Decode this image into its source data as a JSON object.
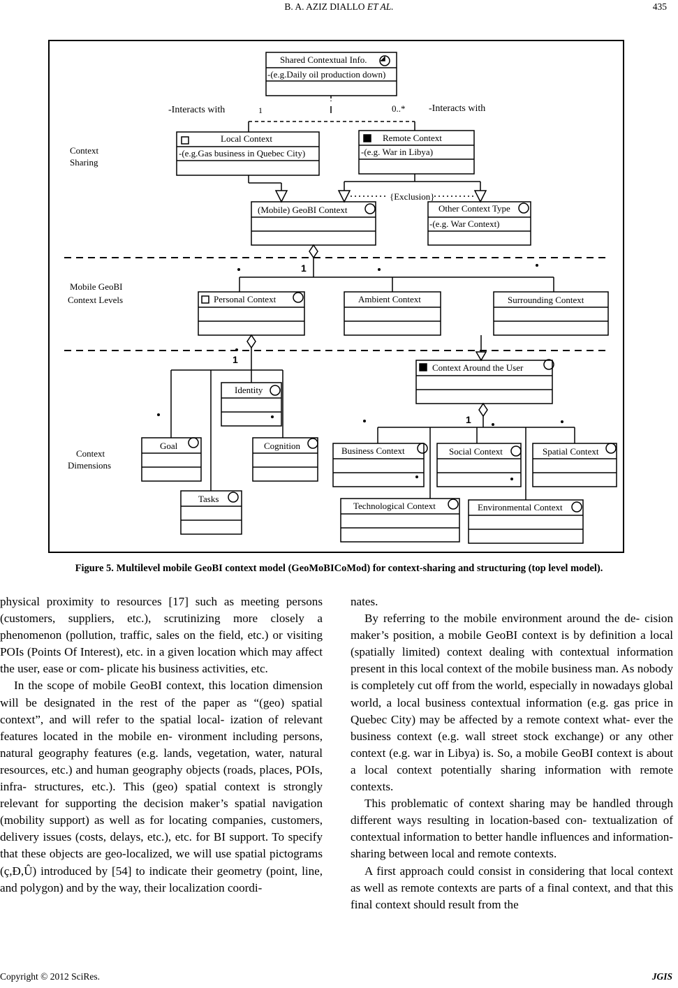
{
  "header": {
    "running_head_plain": "B. A. AZIZ DIALLO",
    "running_head_italic": "ET   AL.",
    "page_number": "435"
  },
  "figure": {
    "caption": "Figure 5. Multilevel mobile GeoBI context model (GeoMoBICoMod) for context-sharing and structuring (top level model).",
    "levels": {
      "sharing": [
        "Context",
        "Sharing"
      ],
      "levels": [
        "Mobile GeoBI",
        "Context Levels"
      ],
      "dimensions": [
        "Context",
        "Dimensions"
      ]
    },
    "relations": {
      "interacts_left": "-Interacts with",
      "interacts_right": "-Interacts with",
      "mult_one": "1",
      "mult_many": "0..*",
      "exclusion": "{Exclusion}",
      "one_levels": "1",
      "one_dims": "1",
      "one_around": "1"
    },
    "classes": {
      "shared": {
        "name": "Shared Contextual Info.",
        "attr": "-(e.g.Daily oil production down)"
      },
      "local": {
        "name": "Local Context",
        "attr": "-(e.g.Gas business in Quebec City)"
      },
      "remote": {
        "name": "Remote Context",
        "attr": "-(e.g. War in Libya)"
      },
      "geobi": {
        "name": "(Mobile) GeoBI Context"
      },
      "other": {
        "name": "Other Context Type",
        "attr": "-(e.g. War Context)"
      },
      "personal": {
        "name": "Personal Context"
      },
      "ambient": {
        "name": "Ambient Context"
      },
      "surrounding": {
        "name": "Surrounding Context"
      },
      "identity": {
        "name": "Identity"
      },
      "goal": {
        "name": "Goal"
      },
      "cognition": {
        "name": "Cognition"
      },
      "tasks": {
        "name": "Tasks"
      },
      "around": {
        "name": "Context Around the User"
      },
      "business": {
        "name": "Business Context"
      },
      "social": {
        "name": "Social Context"
      },
      "spatial": {
        "name": "Spatial Context"
      },
      "technological": {
        "name": "Technological Context"
      },
      "environmental": {
        "name": "Environmental Context"
      }
    }
  },
  "left_column": [
    "physical proximity to resources [17] such as meeting persons (customers, suppliers, etc.), scrutinizing more closely a phenomenon (pollution, traffic, sales on the field, etc.) or visiting POIs (Points Of Interest), etc. in a given location which may affect the user, ease or com- plicate his business activities, etc.",
    "In the scope of mobile GeoBI context, this location dimension will be designated in the rest of the paper as “(geo) spatial context”, and will refer to the spatial local- ization of relevant features located in the mobile en- vironment including persons, natural geography features (e.g. lands, vegetation, water, natural resources, etc.) and human geography objects (roads, places, POIs, infra- structures, etc.). This (geo) spatial context is strongly relevant for supporting the decision maker’s spatial navigation (mobility support) as well as for locating companies, customers, delivery issues (costs, delays, etc.), etc. for BI support. To specify that these objects are geo-localized, we will use spatial pictograms (ç,Ð,Û) introduced by [54] to indicate their geometry (point, line, and polygon) and by the way, their localization coordi-"
  ],
  "right_column": [
    "nates.",
    "By referring to the mobile environment around the de- cision maker’s position, a mobile GeoBI context is by definition a local (spatially limited) context dealing with contextual information present in this local context of the mobile business man. As nobody is completely cut off from the world, especially in nowadays global world, a local business contextual information (e.g. gas price in Quebec City) may be affected by a remote context what- ever the business context (e.g. wall street stock exchange) or any other context (e.g. war in Libya) is. So, a mobile GeoBI context is about a local context potentially sharing information with remote contexts.",
    "This problematic of context sharing may be handled through different ways resulting in location-based con- textualization of contextual information to better handle influences and information-sharing between local and remote contexts.",
    "A first approach could consist in considering that local context as well as remote contexts are parts of a final context, and that this final context should result from the"
  ],
  "footer": {
    "copyright": "Copyright © 2012 SciRes.",
    "journal": "JGIS"
  }
}
